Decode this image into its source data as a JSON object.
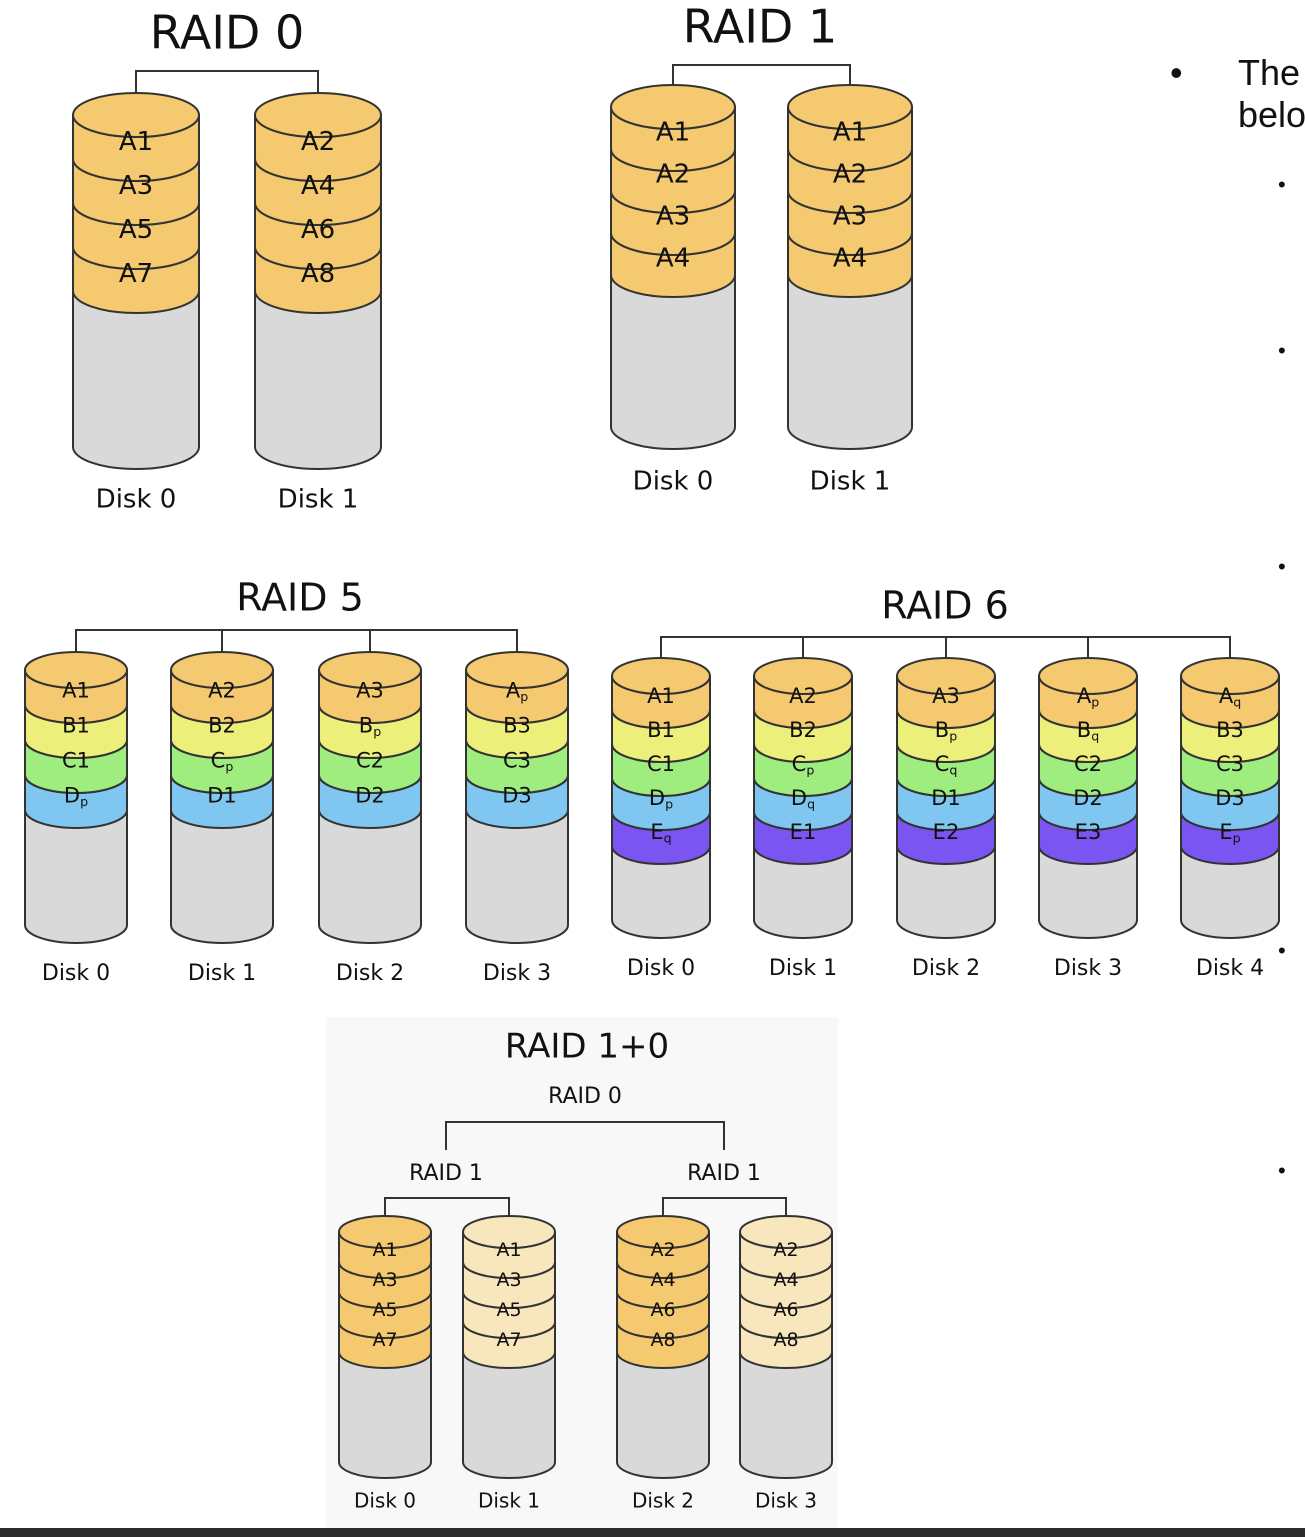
{
  "diagrams": {
    "raid0": {
      "title": "RAID 0",
      "disks": [
        {
          "label": "Disk 0",
          "blocks": [
            {
              "t": "A1",
              "c": "orange"
            },
            {
              "t": "A3",
              "c": "orange"
            },
            {
              "t": "A5",
              "c": "orange"
            },
            {
              "t": "A7",
              "c": "orange"
            }
          ]
        },
        {
          "label": "Disk 1",
          "blocks": [
            {
              "t": "A2",
              "c": "orange"
            },
            {
              "t": "A4",
              "c": "orange"
            },
            {
              "t": "A6",
              "c": "orange"
            },
            {
              "t": "A8",
              "c": "orange"
            }
          ]
        }
      ]
    },
    "raid1": {
      "title": "RAID 1",
      "disks": [
        {
          "label": "Disk 0",
          "blocks": [
            {
              "t": "A1",
              "c": "orange"
            },
            {
              "t": "A2",
              "c": "orange"
            },
            {
              "t": "A3",
              "c": "orange"
            },
            {
              "t": "A4",
              "c": "orange"
            }
          ]
        },
        {
          "label": "Disk 1",
          "blocks": [
            {
              "t": "A1",
              "c": "orange"
            },
            {
              "t": "A2",
              "c": "orange"
            },
            {
              "t": "A3",
              "c": "orange"
            },
            {
              "t": "A4",
              "c": "orange"
            }
          ]
        }
      ]
    },
    "raid5": {
      "title": "RAID 5",
      "disks": [
        {
          "label": "Disk 0",
          "blocks": [
            {
              "t": "A1",
              "c": "orange"
            },
            {
              "t": "B1",
              "c": "yellow"
            },
            {
              "t": "C1",
              "c": "green"
            },
            {
              "t": "D",
              "s": "p",
              "c": "blue"
            }
          ]
        },
        {
          "label": "Disk 1",
          "blocks": [
            {
              "t": "A2",
              "c": "orange"
            },
            {
              "t": "B2",
              "c": "yellow"
            },
            {
              "t": "C",
              "s": "p",
              "c": "green"
            },
            {
              "t": "D1",
              "c": "blue"
            }
          ]
        },
        {
          "label": "Disk 2",
          "blocks": [
            {
              "t": "A3",
              "c": "orange"
            },
            {
              "t": "B",
              "s": "p",
              "c": "yellow"
            },
            {
              "t": "C2",
              "c": "green"
            },
            {
              "t": "D2",
              "c": "blue"
            }
          ]
        },
        {
          "label": "Disk 3",
          "blocks": [
            {
              "t": "A",
              "s": "p",
              "c": "orange"
            },
            {
              "t": "B3",
              "c": "yellow"
            },
            {
              "t": "C3",
              "c": "green"
            },
            {
              "t": "D3",
              "c": "blue"
            }
          ]
        }
      ]
    },
    "raid6": {
      "title": "RAID 6",
      "disks": [
        {
          "label": "Disk 0",
          "blocks": [
            {
              "t": "A1",
              "c": "orange"
            },
            {
              "t": "B1",
              "c": "yellow"
            },
            {
              "t": "C1",
              "c": "green"
            },
            {
              "t": "D",
              "s": "p",
              "c": "blue"
            },
            {
              "t": "E",
              "s": "q",
              "c": "purple"
            }
          ]
        },
        {
          "label": "Disk 1",
          "blocks": [
            {
              "t": "A2",
              "c": "orange"
            },
            {
              "t": "B2",
              "c": "yellow"
            },
            {
              "t": "C",
              "s": "p",
              "c": "green"
            },
            {
              "t": "D",
              "s": "q",
              "c": "blue"
            },
            {
              "t": "E1",
              "c": "purple"
            }
          ]
        },
        {
          "label": "Disk 2",
          "blocks": [
            {
              "t": "A3",
              "c": "orange"
            },
            {
              "t": "B",
              "s": "p",
              "c": "yellow"
            },
            {
              "t": "C",
              "s": "q",
              "c": "green"
            },
            {
              "t": "D1",
              "c": "blue"
            },
            {
              "t": "E2",
              "c": "purple"
            }
          ]
        },
        {
          "label": "Disk 3",
          "blocks": [
            {
              "t": "A",
              "s": "p",
              "c": "orange"
            },
            {
              "t": "B",
              "s": "q",
              "c": "yellow"
            },
            {
              "t": "C2",
              "c": "green"
            },
            {
              "t": "D2",
              "c": "blue"
            },
            {
              "t": "E3",
              "c": "purple"
            }
          ]
        },
        {
          "label": "Disk 4",
          "blocks": [
            {
              "t": "A",
              "s": "q",
              "c": "orange"
            },
            {
              "t": "B3",
              "c": "yellow"
            },
            {
              "t": "C3",
              "c": "green"
            },
            {
              "t": "D3",
              "c": "blue"
            },
            {
              "t": "E",
              "s": "p",
              "c": "purple"
            }
          ]
        }
      ]
    },
    "raid10": {
      "title": "RAID 1+0",
      "top_label": "RAID 0",
      "group_labels": [
        "RAID 1",
        "RAID 1"
      ],
      "disks": [
        {
          "label": "Disk 0",
          "blocks": [
            {
              "t": "A1",
              "c": "orange"
            },
            {
              "t": "A3",
              "c": "orange"
            },
            {
              "t": "A5",
              "c": "orange"
            },
            {
              "t": "A7",
              "c": "orange"
            }
          ]
        },
        {
          "label": "Disk 1",
          "blocks": [
            {
              "t": "A1",
              "c": "cream"
            },
            {
              "t": "A3",
              "c": "cream"
            },
            {
              "t": "A5",
              "c": "cream"
            },
            {
              "t": "A7",
              "c": "cream"
            }
          ]
        },
        {
          "label": "Disk 2",
          "blocks": [
            {
              "t": "A2",
              "c": "orange"
            },
            {
              "t": "A4",
              "c": "orange"
            },
            {
              "t": "A6",
              "c": "orange"
            },
            {
              "t": "A8",
              "c": "orange"
            }
          ]
        },
        {
          "label": "Disk 3",
          "blocks": [
            {
              "t": "A2",
              "c": "cream"
            },
            {
              "t": "A4",
              "c": "cream"
            },
            {
              "t": "A6",
              "c": "cream"
            },
            {
              "t": "A8",
              "c": "cream"
            }
          ]
        }
      ]
    }
  },
  "colors": {
    "orange": "#f4c96f",
    "yellow": "#ecf07a",
    "green": "#9fec7f",
    "blue": "#7fc7f0",
    "purple": "#7b55f2",
    "cream": "#f8e6bd",
    "disk": "#d9d9d9",
    "outline": "#333333"
  },
  "slide_text": {
    "bullet": "•",
    "line1": "The",
    "line2": "belo",
    "sub_bullet": "•"
  }
}
